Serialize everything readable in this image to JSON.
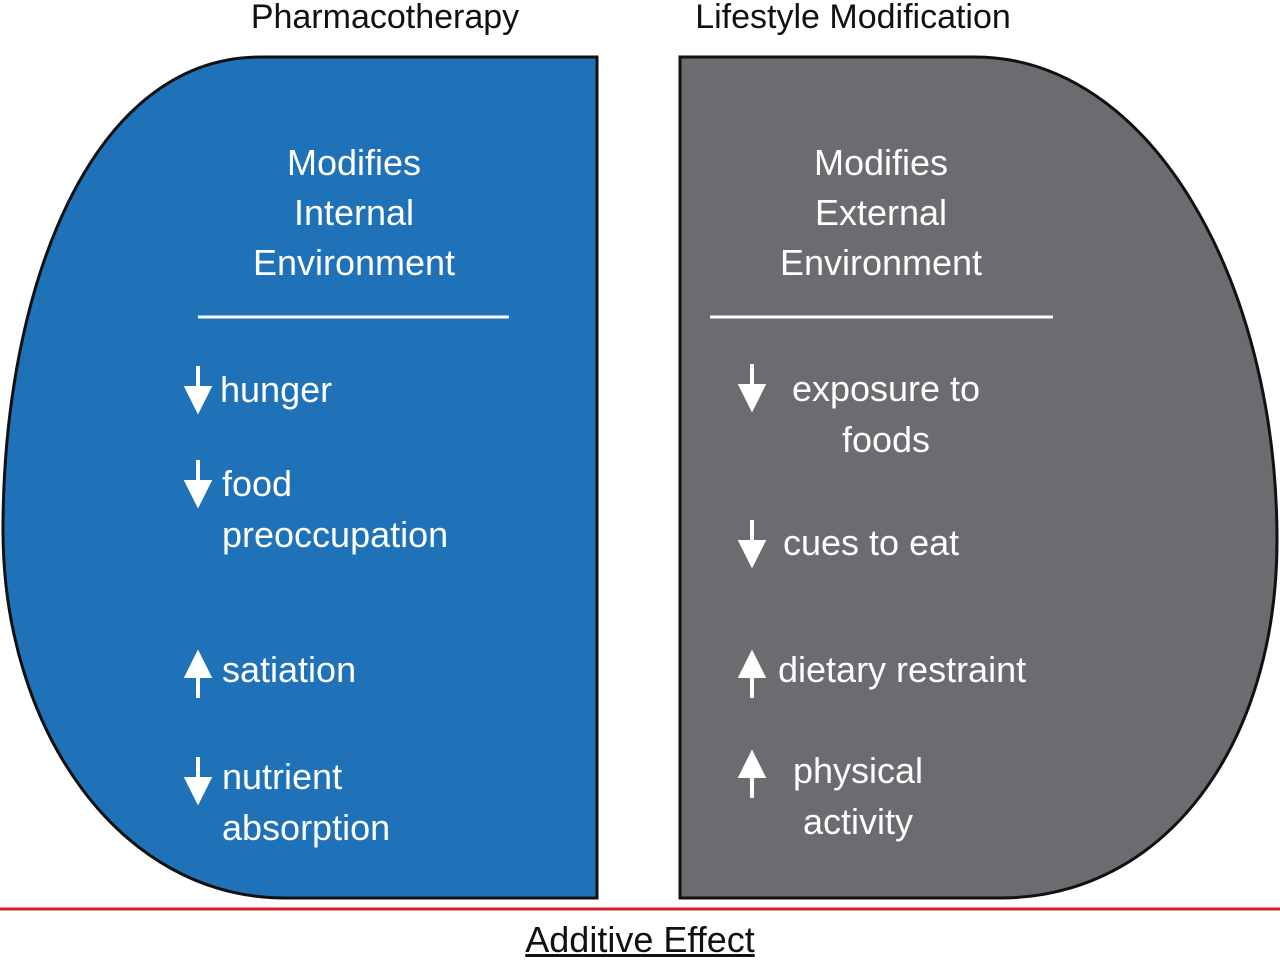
{
  "left": {
    "title": "Pharmacotherapy",
    "heading": [
      "Modifies",
      "Internal",
      "Environment"
    ],
    "items": [
      {
        "direction": "down",
        "lines": [
          "hunger"
        ]
      },
      {
        "direction": "down",
        "lines": [
          "food",
          "preoccupation"
        ]
      },
      {
        "direction": "up",
        "lines": [
          "satiation"
        ]
      },
      {
        "direction": "down",
        "lines": [
          "nutrient",
          "absorption"
        ]
      }
    ],
    "color": "#1f72b8"
  },
  "right": {
    "title": "Lifestyle Modification",
    "heading": [
      "Modifies",
      "External",
      "Environment"
    ],
    "items": [
      {
        "direction": "down",
        "lines": [
          "exposure to",
          "foods"
        ]
      },
      {
        "direction": "down",
        "lines": [
          "cues to eat"
        ]
      },
      {
        "direction": "up",
        "lines": [
          "dietary restraint"
        ]
      },
      {
        "direction": "up",
        "lines": [
          "physical",
          "activity"
        ]
      }
    ],
    "color": "#6b6c70"
  },
  "footer": {
    "label": "Additive Effect",
    "line_color": "#d0202e"
  }
}
